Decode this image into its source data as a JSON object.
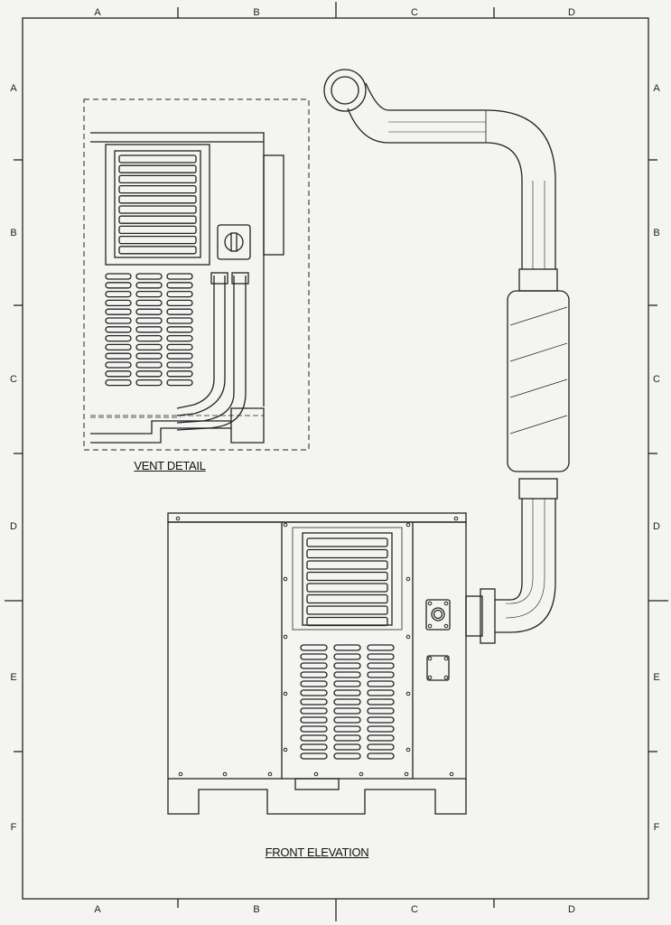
{
  "frame": {
    "columns": [
      "A",
      "B",
      "C",
      "D"
    ],
    "rows": [
      "A",
      "B",
      "C",
      "D",
      "E",
      "F"
    ]
  },
  "views": {
    "vent_detail": "VENT DETAIL",
    "front_elevation": "FRONT ELEVATION"
  },
  "colors": {
    "line": "#222222",
    "paper": "#f4f4f2"
  }
}
